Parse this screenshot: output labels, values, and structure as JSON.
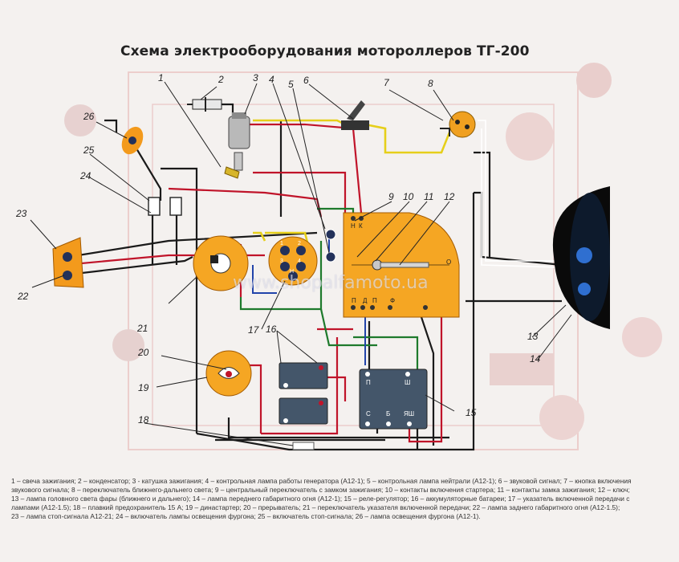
{
  "title": "Схема электрооборудования мотороллеров ТГ-200",
  "watermark": "www.shopalfamoto.ua",
  "numbers": [
    "1",
    "2",
    "3",
    "4",
    "5",
    "6",
    "7",
    "8",
    "9",
    "10",
    "11",
    "12",
    "13",
    "14",
    "15",
    "16",
    "17",
    "18",
    "19",
    "20",
    "21",
    "22",
    "23",
    "24",
    "25",
    "26"
  ],
  "legend_lines": [
    "1 – свеча зажигания; 2 – конденсатор; 3 - катушка зажигания; 4 – контрольная лампа работы генератора (А12-1); 5 – контрольная лампа нейтрали (А12-1); 6 – звуковой сигнал; 7 – кнопка включения",
    "звукового сигнала; 8 – переключатель ближнего-дальнего света; 9 – центральный переключатель с замком зажигания; 10 – контакты включения стартера; 11 – контакты замка зажигания; 12 – ключ;",
    "13 – лампа головного света фары (ближнего и дальнего); 14 – лампа переднего габаритного огня (А12-1); 15 – реле-регулятор; 16 – аккумуляторные батареи; 17 – указатель включенной передачи с",
    "лампами (А12-1.5); 18 – плавкий предохранитель 15 А; 19 – династартер; 20 – прерыватель; 21 – переключатель указателя включенной передачи; 22 – лампа заднего габаритного огня (А12-1.5);",
    "23 – лампа стоп-сигнала А12-21; 24 – включатель лампы освещения фургона; 25 – включатель стоп-сигнала; 26 – лампа освещения фургона (А12-1)."
  ],
  "terminal_labels": {
    "switch": [
      "Н",
      "К",
      "О",
      "П",
      "Ф",
      "П",
      "Д"
    ],
    "regulator": [
      "П",
      "Ш",
      "С",
      "Б",
      "ЯШ"
    ],
    "gear": [
      "1",
      "2",
      "3",
      "4",
      "Н"
    ]
  }
}
